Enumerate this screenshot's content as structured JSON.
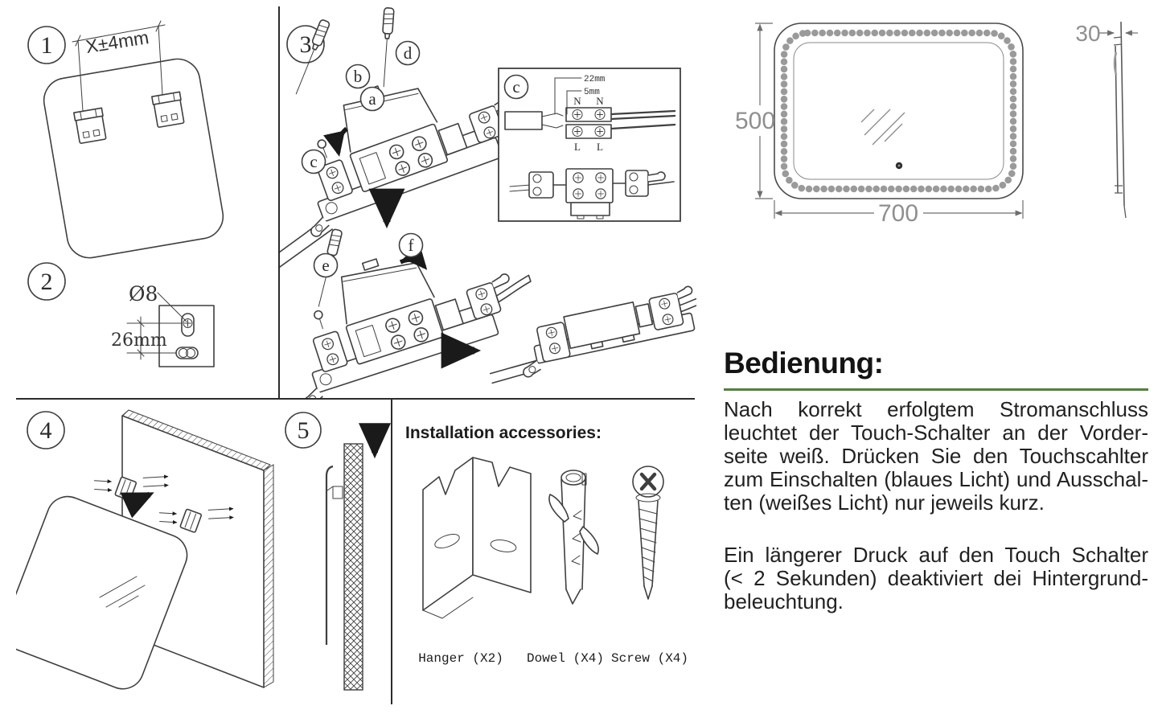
{
  "panels": {
    "p1": {
      "number": "1",
      "dim_label": "X±4mm"
    },
    "p2": {
      "number": "2",
      "diameter_label": "Ø8",
      "spacing_label": "26mm"
    },
    "p3": {
      "number": "3",
      "step_letters": {
        "a": "a",
        "b": "b",
        "c": "c",
        "d": "d",
        "e": "e",
        "f": "f"
      },
      "inset": {
        "letter": "c",
        "strip_dim": "22mm",
        "strip_dim2": "5mm",
        "neutral": "N",
        "live": "L"
      }
    },
    "p4": {
      "number": "4"
    },
    "p5": {
      "number": "5"
    },
    "accessories": {
      "title": "Installation accessories:",
      "items": [
        {
          "name": "hanger",
          "label": "Hanger (X2)"
        },
        {
          "name": "dowel",
          "label": "Dowel (X4)"
        },
        {
          "name": "screw",
          "label": "Screw (X4)"
        }
      ]
    }
  },
  "mirror_drawing": {
    "width_mm": "700",
    "height_mm": "500",
    "depth_mm": "30"
  },
  "bedienung": {
    "title": "Bedienung:",
    "para1_lines": [
      "Nach korrekt erfolgtem Stromanschluss",
      "leuchtet der Touch-Schalter an der Vorder-",
      "seite weiß. Drücken Sie den Touchscahlter",
      "zum Einschalten (blaues Licht) und Ausschal-",
      "ten (weißes Licht) nur jeweils kurz."
    ],
    "para2_lines": [
      "Ein längerer Druck auf den Touch Schalter",
      "(< 2 Sekunden) deaktiviert dei Hintergrund-",
      "beleuchtung."
    ]
  },
  "colors": {
    "line": "#3f3f3f",
    "dim_text": "#8f8f8f",
    "accent_green": "#567f43",
    "heading": "#141414",
    "body_text": "#212121"
  }
}
